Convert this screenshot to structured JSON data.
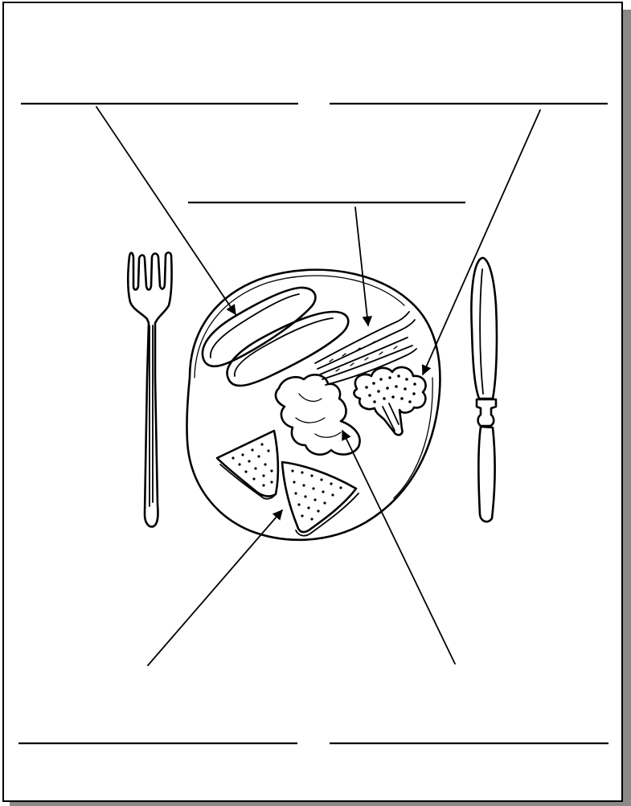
{
  "worksheet": {
    "answer_blanks": [
      {
        "slot": "top-left",
        "answer": ""
      },
      {
        "slot": "top-right",
        "answer": ""
      },
      {
        "slot": "top-center",
        "answer": ""
      },
      {
        "slot": "bottom-left",
        "answer": ""
      },
      {
        "slot": "bottom-right",
        "answer": ""
      }
    ],
    "pictured_items": [
      {
        "item": "sausage-icon",
        "label_slot": "top-left"
      },
      {
        "item": "broccoli-icon",
        "label_slot": "top-right"
      },
      {
        "item": "green-beans-icon",
        "label_slot": "top-center"
      },
      {
        "item": "toast-icon",
        "label_slot": "bottom-left"
      },
      {
        "item": "cauliflower-icon",
        "label_slot": "bottom-right"
      },
      {
        "item": "fork-icon"
      },
      {
        "item": "knife-icon"
      },
      {
        "item": "plate-icon"
      }
    ],
    "colors": {
      "ink": "#000000",
      "paper": "#ffffff",
      "drop_shadow": "#8a8a8a"
    }
  }
}
